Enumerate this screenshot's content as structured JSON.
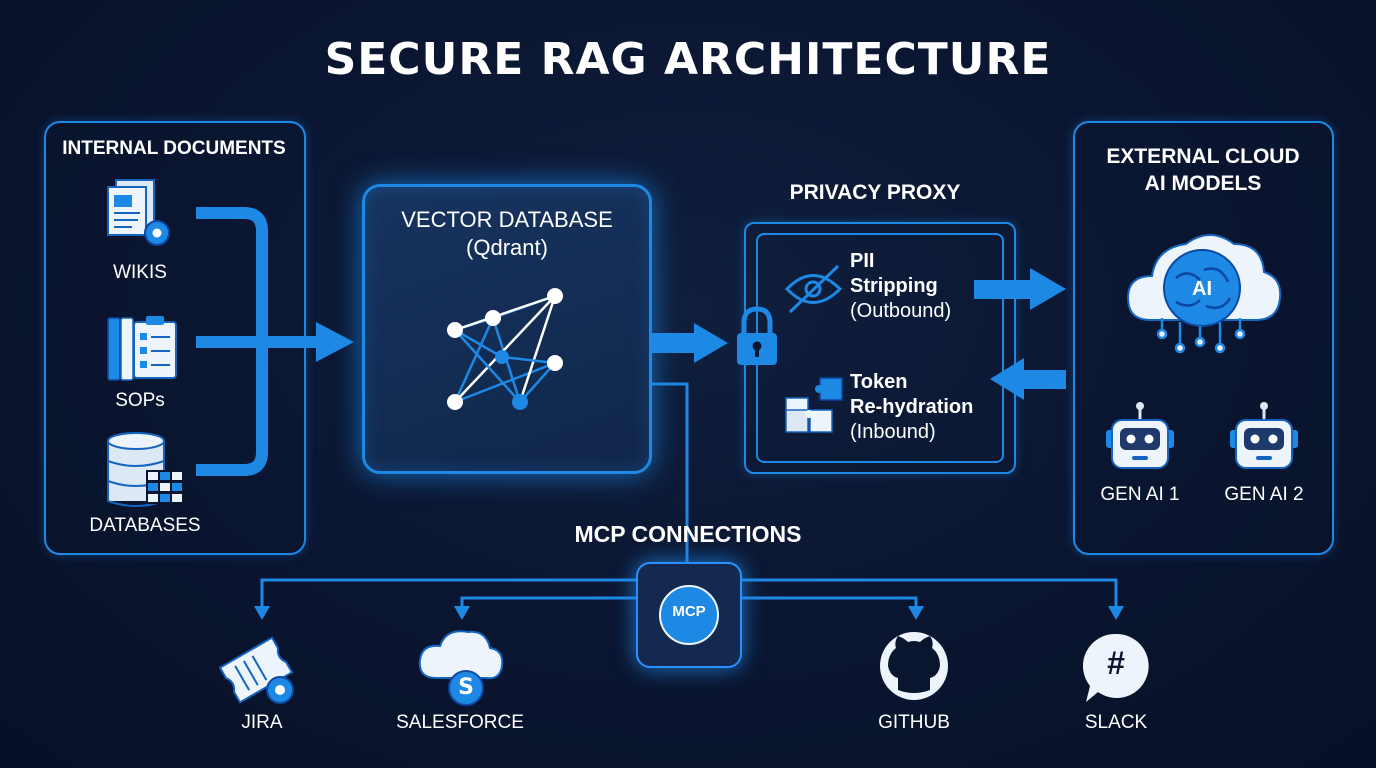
{
  "title": "SECURE RAG ARCHITECTURE",
  "internal": {
    "heading": "INTERNAL DOCUMENTS",
    "items": [
      {
        "label": "WIKIS",
        "icon": "wiki-document-icon"
      },
      {
        "label": "SOPs",
        "icon": "sop-clipboard-icon"
      },
      {
        "label": "DATABASES",
        "icon": "database-icon"
      }
    ]
  },
  "vector_db": {
    "title": "VECTOR DATABASE",
    "subtitle": "(Qdrant)",
    "icon": "vector-graph-icon"
  },
  "proxy": {
    "heading": "PRIVACY PROXY",
    "outbound": {
      "line1": "PII",
      "line2": "Stripping",
      "line3": "(Outbound)",
      "icon": "eye-slash-icon"
    },
    "inbound": {
      "line1": "Token",
      "line2": "Re-hydration",
      "line3": "(Inbound)",
      "icon": "puzzle-icon"
    },
    "lock_icon": "lock-icon"
  },
  "external": {
    "heading_line1": "EXTERNAL CLOUD",
    "heading_line2": "AI MODELS",
    "ai_badge": "AI",
    "models": [
      "GEN AI 1",
      "GEN AI 2"
    ]
  },
  "mcp": {
    "heading": "MCP CONNECTIONS",
    "hub_label": "MCP",
    "connections": [
      {
        "label": "JIRA",
        "icon": "jira-ticket-icon"
      },
      {
        "label": "SALESFORCE",
        "icon": "salesforce-cloud-icon"
      },
      {
        "label": "GITHUB",
        "icon": "github-icon"
      },
      {
        "label": "SLACK",
        "icon": "slack-icon"
      }
    ]
  },
  "colors": {
    "accent": "#1e88e5",
    "background": "#0a1530",
    "text": "#ffffff"
  }
}
